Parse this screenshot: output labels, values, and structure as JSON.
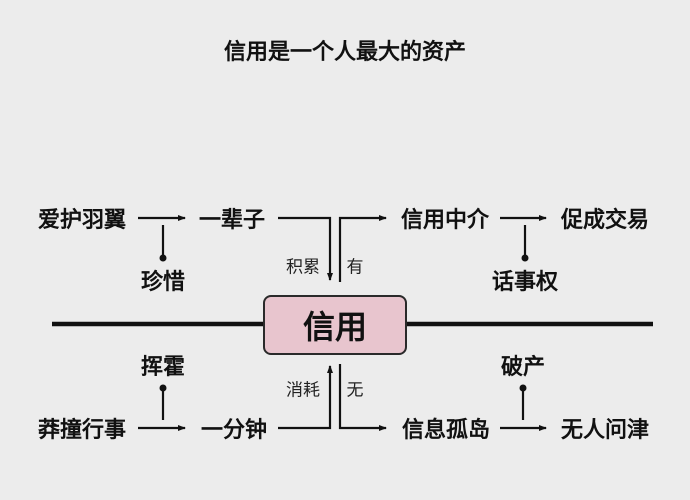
{
  "title": "信用是一个人最大的资产",
  "center": "信用",
  "top": {
    "left_chain": [
      "爱护羽翼",
      "一辈子"
    ],
    "left_branch": "珍惜",
    "right_chain": [
      "信用中介",
      "促成交易"
    ],
    "right_branch": "话事权",
    "in_label": "积累",
    "out_label": "有"
  },
  "bottom": {
    "left_chain": [
      "莽撞行事",
      "一分钟"
    ],
    "left_branch": "挥霍",
    "right_chain": [
      "信息孤岛",
      "无人问津"
    ],
    "right_branch": "破产",
    "in_label": "消耗",
    "out_label": "无"
  },
  "colors": {
    "background": "#ececec",
    "center_fill": "#e8c5ce",
    "line": "#111111"
  }
}
